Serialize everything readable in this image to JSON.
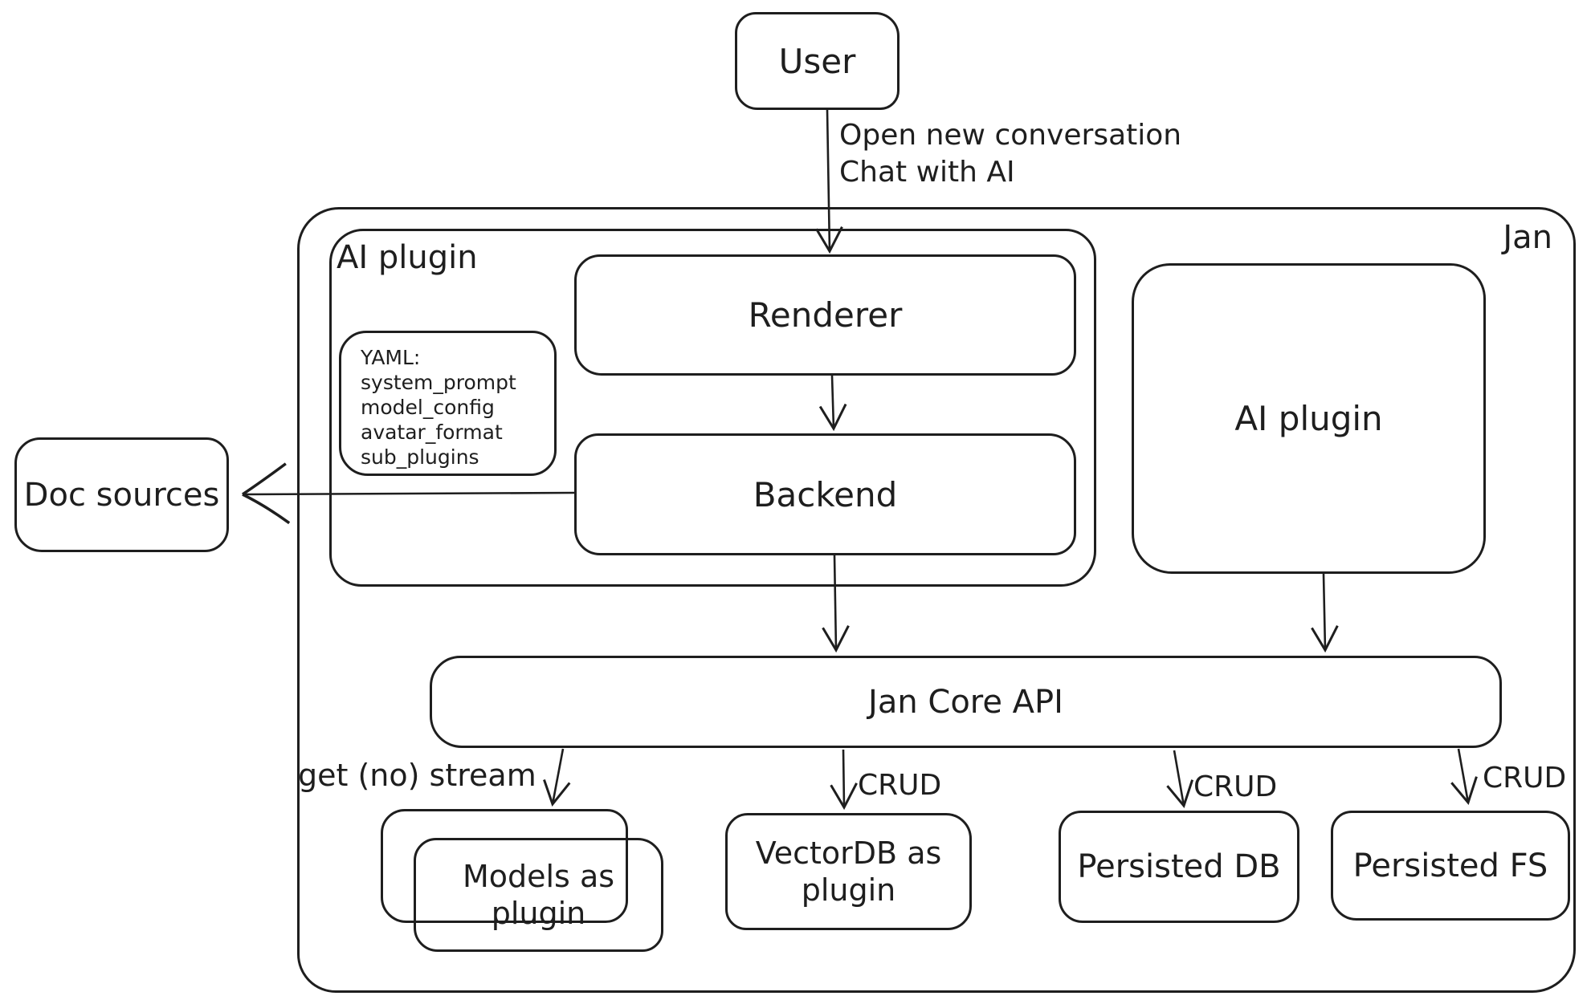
{
  "diagram": {
    "background": "#ffffff",
    "stroke_color": "#1e1e1e",
    "nodes": {
      "user": {
        "label": "User"
      },
      "jan_container": {
        "label": "Jan"
      },
      "ai_plugin_group": {
        "label": "AI plugin"
      },
      "renderer": {
        "label": "Renderer"
      },
      "yaml_note": {
        "lines": [
          "YAML:",
          "system_prompt",
          "model_config",
          "avatar_format",
          "sub_plugins"
        ]
      },
      "backend": {
        "label": "Backend"
      },
      "ai_plugin_right": {
        "label": "AI plugin"
      },
      "doc_sources": {
        "label": "Doc sources"
      },
      "jan_core_api": {
        "label": "Jan Core API"
      },
      "models_as_plugin": {
        "lines": [
          "Models as",
          "plugin"
        ]
      },
      "vectordb_as_plugin": {
        "lines": [
          "VectorDB as",
          "plugin"
        ]
      },
      "persisted_db": {
        "label": "Persisted DB"
      },
      "persisted_fs": {
        "label": "Persisted FS"
      }
    },
    "edge_labels": {
      "user_to_renderer": {
        "lines": [
          "Open new conversation",
          "Chat with AI"
        ]
      },
      "core_to_models": "get (no) stream",
      "core_to_vectordb": "CRUD",
      "core_to_persisted_db": "CRUD",
      "core_to_persisted_fs": "CRUD"
    }
  }
}
